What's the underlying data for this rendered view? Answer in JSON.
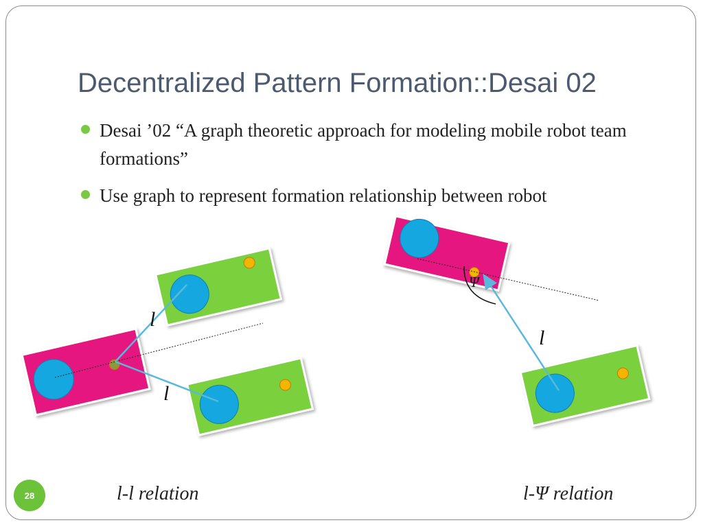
{
  "slide": {
    "title": "Decentralized Pattern Formation::Desai 02",
    "bullets": [
      "Desai ’02 “A graph theoretic approach for modeling mobile robot team formations”",
      "Use graph to represent formation relationship between robot"
    ],
    "page_number": "28"
  },
  "diagrams": {
    "left": {
      "distance_label_upper": "l",
      "distance_label_lower": "l",
      "caption": "l-l relation"
    },
    "right": {
      "distance_label": "l",
      "angle_label": "Ψ",
      "caption": "l-Ψ relation"
    }
  },
  "colors": {
    "title": "#4b5a6e",
    "leader_robot": "#e5177f",
    "follower_robot": "#7ad03c",
    "wheel": "#15a7e0",
    "marker": "#f4b400",
    "link": "#5bb8dd",
    "bullet": "#7ac943",
    "page_badge": "#6cc33a"
  }
}
